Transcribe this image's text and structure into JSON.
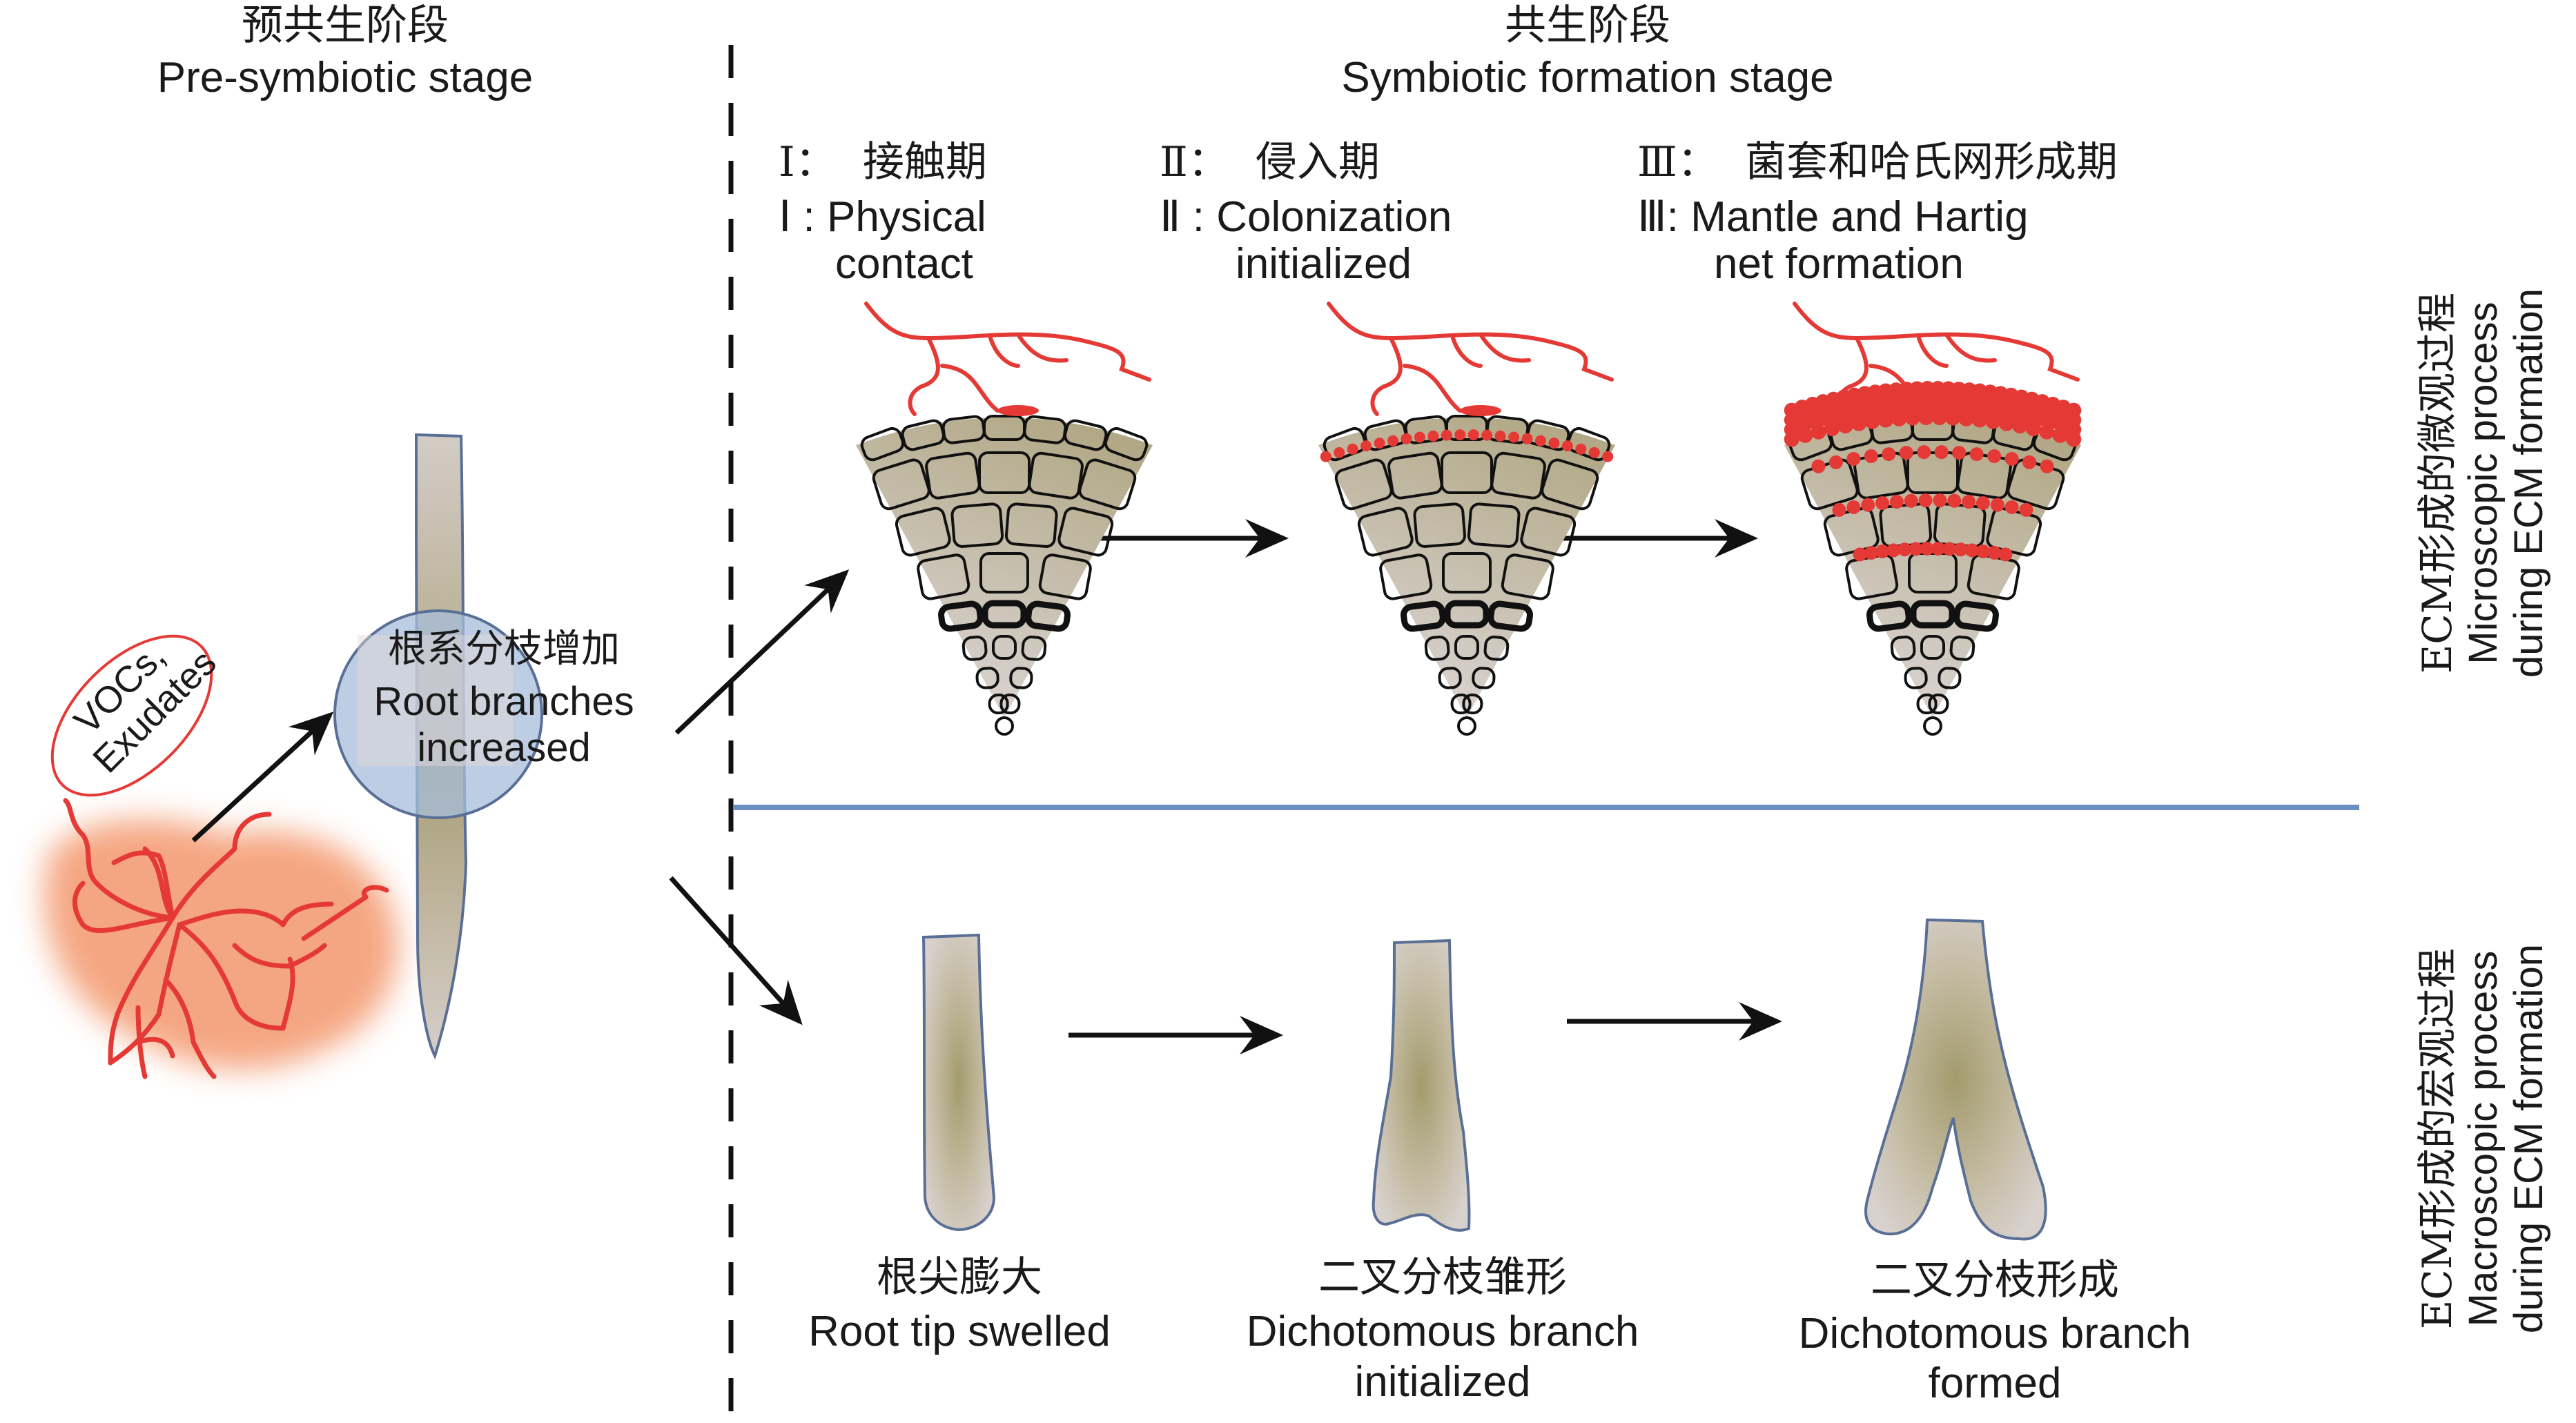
{
  "pre_symbiotic": {
    "title_zh": "预共生阶段",
    "title_en": "Pre-symbiotic stage",
    "signal_zh": "",
    "signal_line1": "VOCs,",
    "signal_line2": "Exudates",
    "root_zh": "根系分枝增加",
    "root_en_1": "Root branches",
    "root_en_2": "increased"
  },
  "symbiotic": {
    "title_zh": "共生阶段",
    "title_en": "Symbiotic formation stage",
    "stages": [
      {
        "numeral": "Ⅰ",
        "zh": "Ⅰ：  接触期",
        "en_1": "Ⅰ : Physical",
        "en_2": "contact"
      },
      {
        "numeral": "Ⅱ",
        "zh": "Ⅱ：  侵入期",
        "en_1": "Ⅱ : Colonization",
        "en_2": "initialized"
      },
      {
        "numeral": "Ⅲ",
        "zh": "Ⅲ：  菌套和哈氏网形成期",
        "en_1": "Ⅲ: Mantle and Hartig",
        "en_2": "net formation"
      }
    ],
    "macro": [
      {
        "zh": "根尖膨大",
        "en_1": "Root tip swelled",
        "en_2": ""
      },
      {
        "zh": "二叉分枝雏形",
        "en_1": "Dichotomous branch",
        "en_2": "initialized"
      },
      {
        "zh": "二叉分枝形成",
        "en_1": "Dichotomous branch",
        "en_2": "formed"
      }
    ]
  },
  "side_labels": {
    "micro_zh": "ECM形成的微观过程",
    "micro_en_1": "Microscopic process",
    "micro_en_2": "during ECM formation",
    "macro_zh": "ECM形成的宏观过程",
    "macro_en_1": "Macroscopic process",
    "macro_en_2": "during ECM formation"
  },
  "colors": {
    "hyphae": "#e53935",
    "halo": "#f4a27c",
    "divider": "#6a8ebf",
    "root_fill": "#b3aa82",
    "root_stroke": "#5a6f96",
    "bubble": "#a7bedb"
  }
}
